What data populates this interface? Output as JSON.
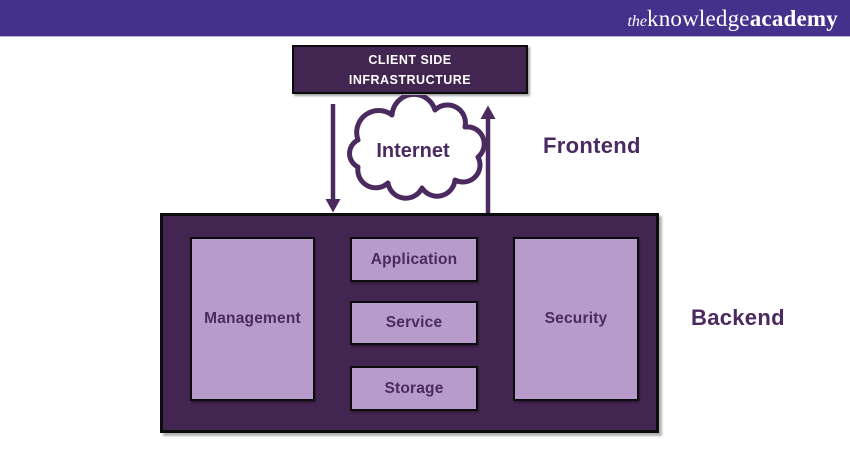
{
  "brand": {
    "the": "the",
    "knowledge": "knowledge",
    "academy": "academy"
  },
  "diagram": {
    "client_box": {
      "line1": "CLIENT SIDE",
      "line2": "INFRASTRUCTURE"
    },
    "internet_label": "Internet",
    "zones": {
      "frontend": "Frontend",
      "backend": "Backend"
    },
    "backend_components": {
      "management": "Management",
      "application": "Application",
      "service": "Service",
      "storage": "Storage",
      "security": "Security"
    },
    "icons": {
      "down_arrow": "arrow-down",
      "up_arrow": "arrow-up",
      "internet_cloud": "cloud"
    },
    "colors": {
      "banner": "#44318B",
      "dark_box": "#432551",
      "light_box": "#B79CCB",
      "outline_purple": "#4B2A5F",
      "border_black": "#0C0C0C",
      "text_on_dark": "#FFFFFF"
    }
  }
}
